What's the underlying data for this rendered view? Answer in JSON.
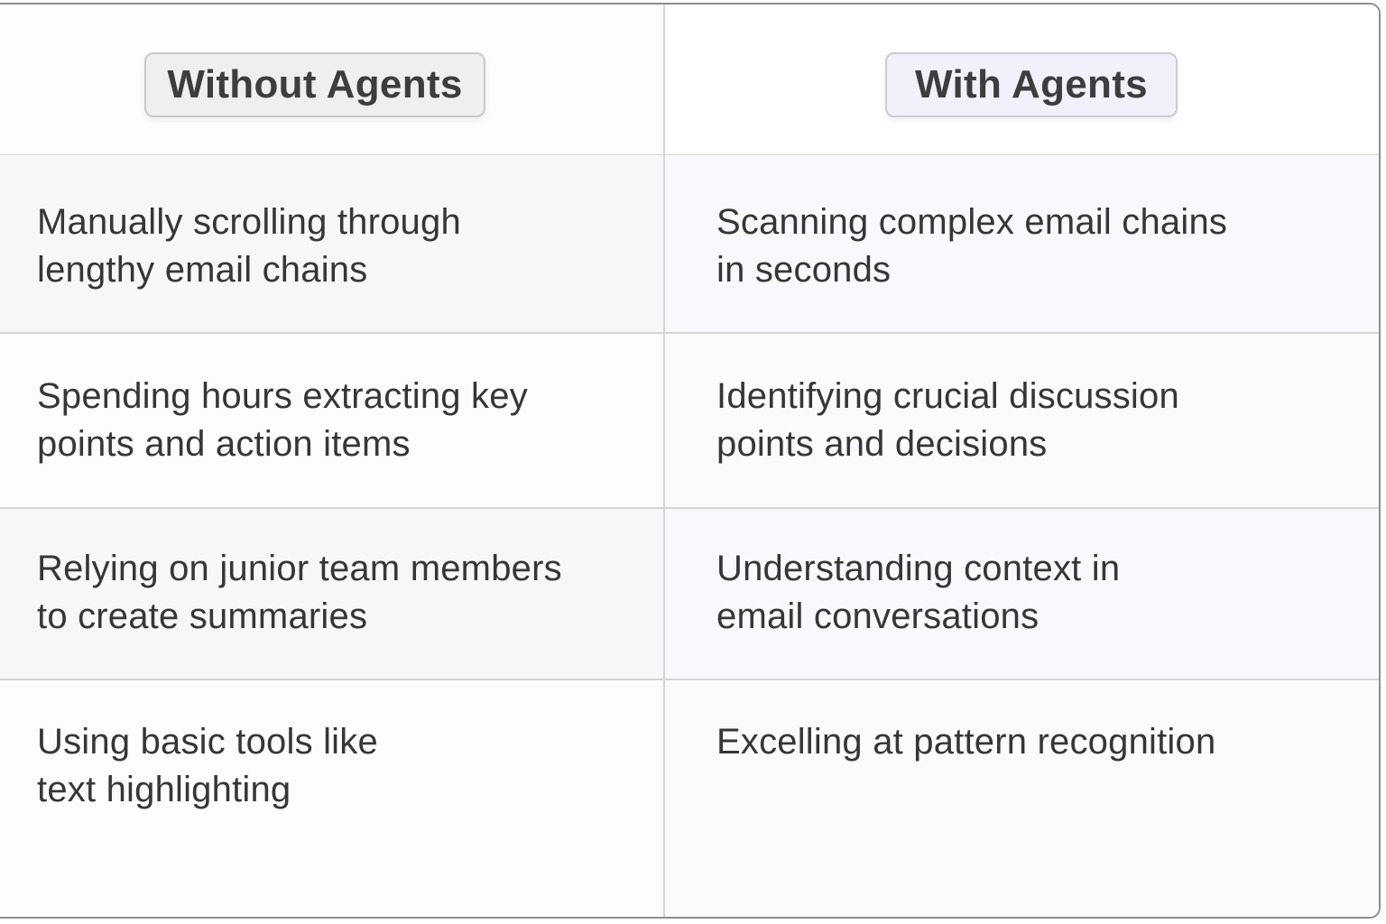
{
  "header": {
    "left_label": "Without Agents",
    "right_label": "With Agents"
  },
  "rows": [
    {
      "without": "Manually scrolling through\nlengthy email chains",
      "with": "Scanning complex email chains\nin seconds"
    },
    {
      "without": "Spending hours extracting key\npoints and action items",
      "with": "Identifying crucial discussion\npoints and decisions"
    },
    {
      "without": "Relying on junior team members\nto create summaries",
      "with": "Understanding context in\nemail conversations"
    },
    {
      "without": "Using basic tools like\ntext highlighting",
      "with": "Excelling at pattern recognition"
    }
  ],
  "colors": {
    "text": "#363636",
    "border": "#8e8e8e",
    "divider": "#d4d4d6",
    "without_badge_bg": "#efefef",
    "with_badge_bg": "#f3effb",
    "with_column_tint": "#f9f8fc"
  }
}
